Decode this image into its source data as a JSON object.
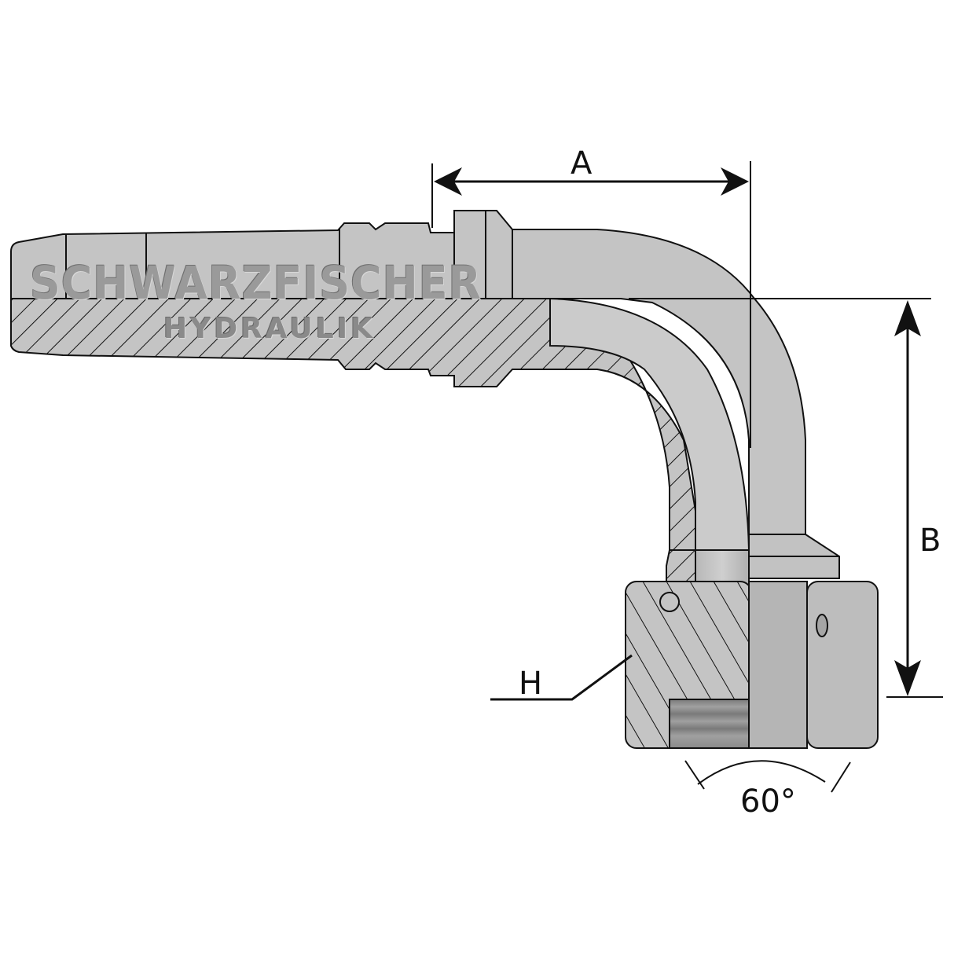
{
  "diagram": {
    "type": "technical-drawing",
    "subject": "90-degree hose fitting with female swivel nut (60° cone)",
    "brand": {
      "line1": "SCHWARZFISCHER",
      "line2": "HYDRAULIK"
    },
    "dimensions": {
      "a_label": "A",
      "b_label": "B",
      "h_label": "H",
      "angle_label": "60°"
    },
    "colors": {
      "body": "#c4c4c4",
      "body_dark": "#a9a9a9",
      "thread": "#8c8c8c",
      "line": "#111111",
      "background": "#ffffff"
    }
  }
}
